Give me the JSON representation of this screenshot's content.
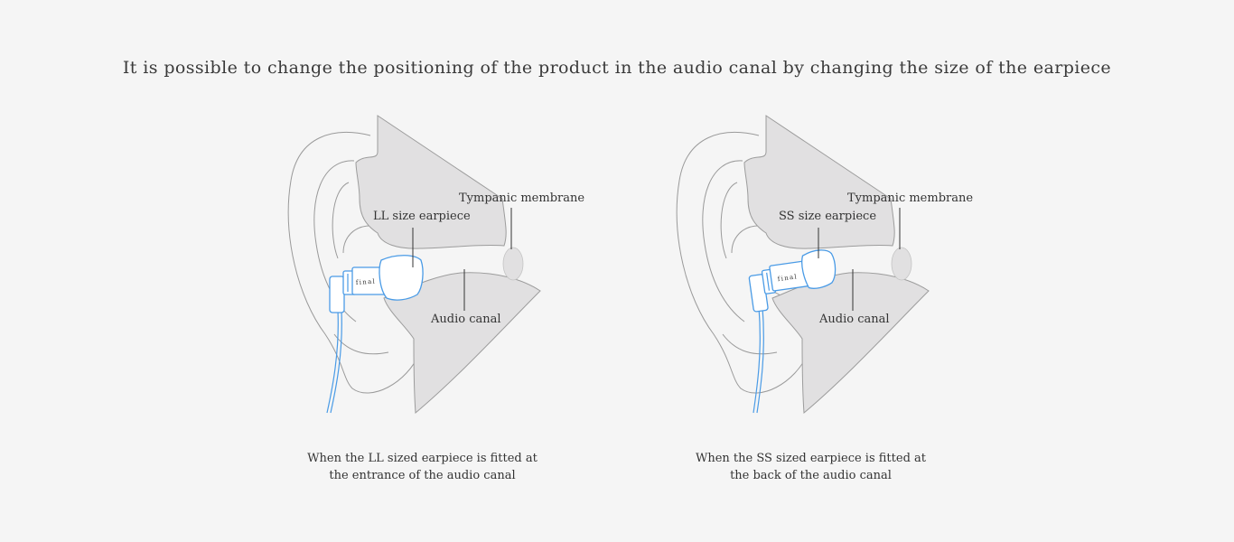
{
  "heading": "It is possible to change the positioning of the product in the audio canal by changing the size of the earpiece",
  "panels": [
    {
      "earpiece_label": "LL size earpiece",
      "membrane_label": "Tympanic membrane",
      "canal_label": "Audio canal",
      "brand": "final",
      "caption_line1": "When the LL sized earpiece is fitted at",
      "caption_line2": "the entrance of the audio canal"
    },
    {
      "earpiece_label": "SS size earpiece",
      "membrane_label": "Tympanic membrane",
      "canal_label": "Audio canal",
      "brand": "final",
      "caption_line1": "When the SS sized earpiece is fitted at",
      "caption_line2": "the back of the audio canal"
    }
  ],
  "colors": {
    "background": "#f5f5f5",
    "earphone": "#4a9be6",
    "anatomy_fill": "#e1e0e1",
    "outline": "#9a9a9a"
  }
}
